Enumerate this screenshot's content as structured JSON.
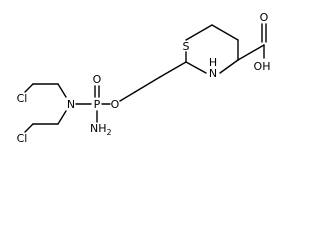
{
  "molecule": {
    "atoms": {
      "sulfur": "S",
      "ring_nitrogen": "N",
      "ring_nitrogen_h": "H",
      "phosphorus": "P",
      "phosphoryl_oxygen": "O",
      "ester_oxygen": "O",
      "amide_nitrogen": "N",
      "amine_nitrogen": "NH",
      "amine_subscript": "2",
      "chlorine_top": "Cl",
      "chlorine_bottom": "Cl",
      "carbonyl_oxygen": "O",
      "hydroxyl": "OH"
    }
  }
}
